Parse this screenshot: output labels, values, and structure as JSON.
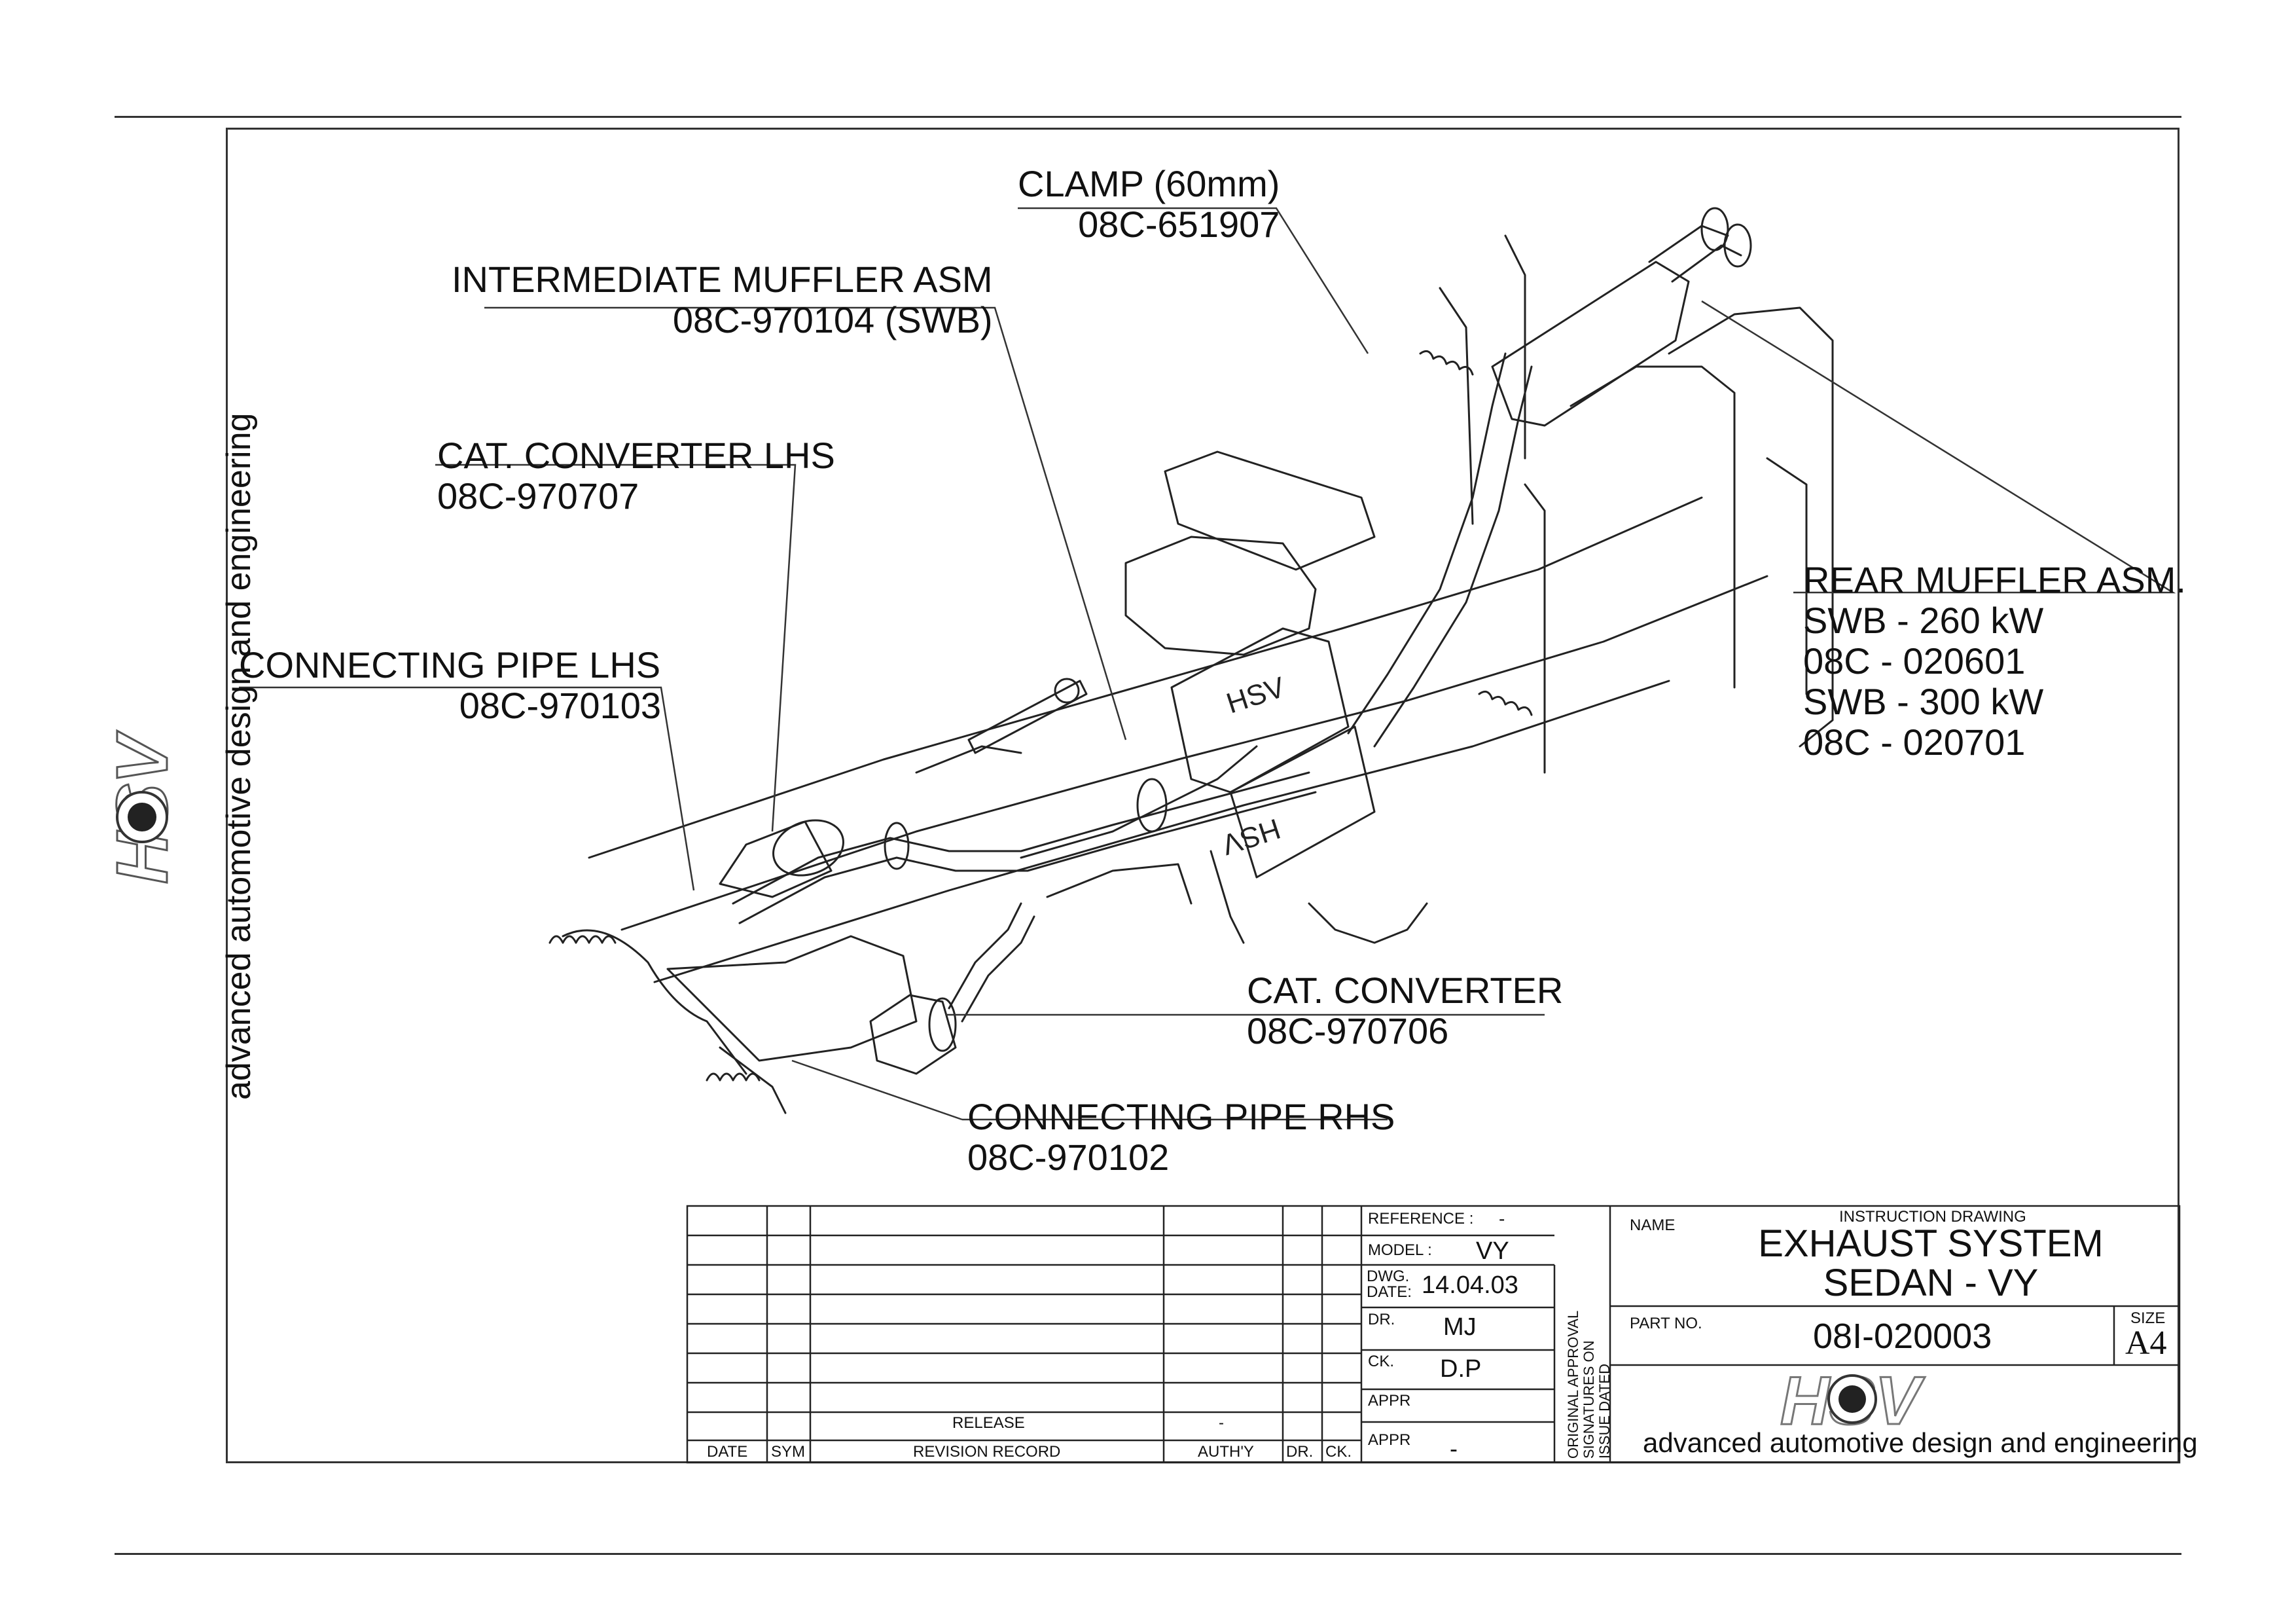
{
  "company": {
    "tagline": "advanced automotive design and engineering",
    "logo_text": "HSV"
  },
  "callouts": {
    "clamp": {
      "name": "CLAMP (60mm)",
      "part": "08C-651907"
    },
    "intermediate_muffler": {
      "name": "INTERMEDIATE MUFFLER ASM",
      "part": "08C-970104 (SWB)"
    },
    "cat_converter_lhs": {
      "name": "CAT. CONVERTER LHS",
      "part": "08C-970707"
    },
    "connecting_pipe_lhs": {
      "name": "CONNECTING PIPE LHS",
      "part": "08C-970103"
    },
    "rear_muffler": {
      "name": "REAR MUFFLER ASM.",
      "lines": [
        "SWB - 260 kW",
        "08C - 020601",
        "SWB - 300 kW",
        "08C - 020701"
      ]
    },
    "cat_converter": {
      "name": "CAT. CONVERTER",
      "part": "08C-970706"
    },
    "connecting_pipe_rhs": {
      "name": "CONNECTING PIPE RHS",
      "part": "08C-970102"
    }
  },
  "muffler_labels": [
    "HSV",
    "HSV"
  ],
  "title_block": {
    "revision": {
      "release_label": "RELEASE",
      "release_auth": "-",
      "headers": [
        "DATE",
        "SYM",
        "REVISION RECORD",
        "AUTH'Y",
        "DR.",
        "CK."
      ]
    },
    "reference_label": "REFERENCE :",
    "reference_value": "-",
    "model_label": "MODEL :",
    "model_value": "VY",
    "dwg_date_label_1": "DWG.",
    "dwg_date_label_2": "DATE:",
    "dwg_date_value": "14.04.03",
    "dr_label": "DR.",
    "dr_value": "MJ",
    "ck_label": "CK.",
    "ck_value": "D.P",
    "appr1_label": "APPR",
    "appr2_label": "APPR",
    "appr2_value": "-",
    "signatures_note": [
      "ORIGINAL APPROVAL",
      "SIGNATURES ON",
      "ISSUE DATED"
    ],
    "name_label": "NAME",
    "drawing_type": "INSTRUCTION DRAWING",
    "title_line1": "EXHAUST SYSTEM",
    "title_line2": "SEDAN - VY",
    "part_no_label": "PART NO.",
    "part_no_value": "08I-020003",
    "size_label": "SIZE",
    "size_value": "A4",
    "logo_text": "HSV",
    "tagline": "advanced automotive design and engineering"
  }
}
